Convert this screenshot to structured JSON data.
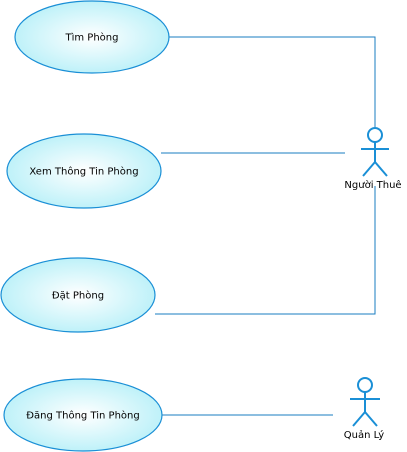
{
  "diagram": {
    "use_cases": [
      {
        "id": "tim-phong",
        "label": "Tìm Phòng"
      },
      {
        "id": "xem-thong-tin-phong",
        "label": "Xem Thông Tin Phòng"
      },
      {
        "id": "dat-phong",
        "label": "Đặt Phòng"
      },
      {
        "id": "dang-thong-tin-phong",
        "label": "Đăng Thông Tin Phòng"
      }
    ],
    "actors": [
      {
        "id": "nguoi-thue",
        "label": "Người Thuê"
      },
      {
        "id": "quan-ly",
        "label": "Quản Lý"
      }
    ],
    "colors": {
      "usecase_fill_center": "#ffffff",
      "usecase_fill_edge": "#b8f0f8",
      "usecase_stroke": "#1a8fd6",
      "actor_stroke": "#1a8fd6",
      "association_line": "#1a7cc0"
    }
  }
}
